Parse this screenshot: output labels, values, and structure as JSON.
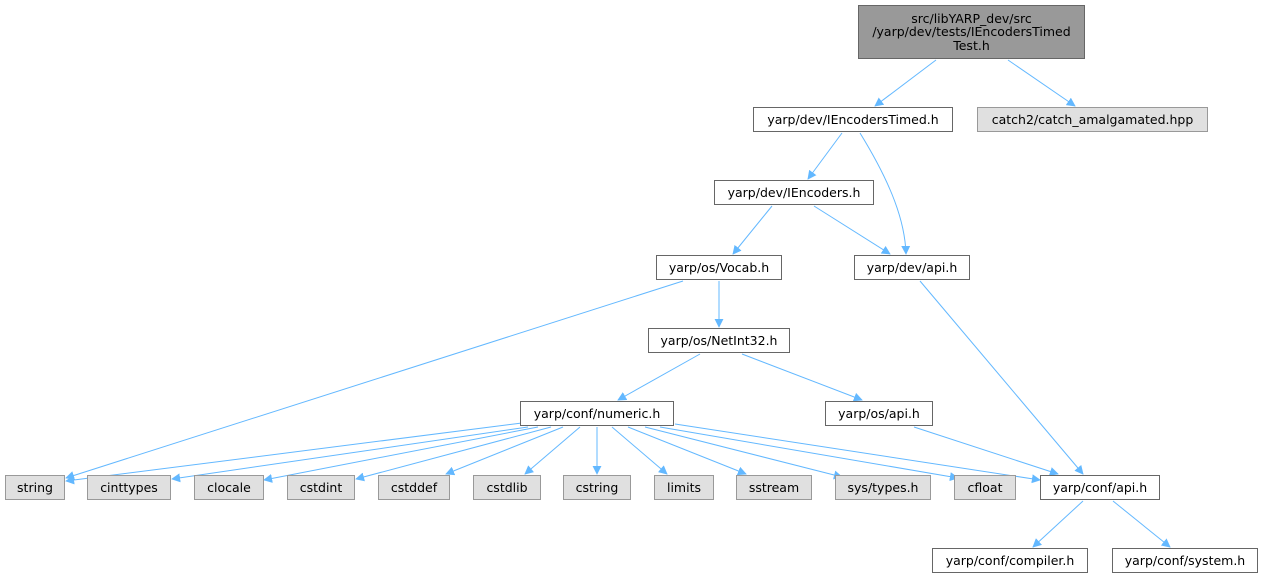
{
  "nodes": {
    "root": "src/libYARP_dev/src\n/yarp/dev/tests/IEncodersTimed\nTest.h",
    "iencoderstimed": "yarp/dev/IEncodersTimed.h",
    "catch2": "catch2/catch_amalgamated.hpp",
    "iencoders": "yarp/dev/IEncoders.h",
    "vocab": "yarp/os/Vocab.h",
    "devapi": "yarp/dev/api.h",
    "netint32": "yarp/os/NetInt32.h",
    "numeric": "yarp/conf/numeric.h",
    "osapi": "yarp/os/api.h",
    "string": "string",
    "cinttypes": "cinttypes",
    "clocale": "clocale",
    "cstdint": "cstdint",
    "cstddef": "cstddef",
    "cstdlib": "cstdlib",
    "cstring": "cstring",
    "limits": "limits",
    "sstream": "sstream",
    "systypes": "sys/types.h",
    "cfloat": "cfloat",
    "confapi": "yarp/conf/api.h",
    "compiler": "yarp/conf/compiler.h",
    "system": "yarp/conf/system.h"
  },
  "colors": {
    "edge": "#63b8ff",
    "root_fill": "#999999",
    "ext_fill": "#e0e0e0"
  }
}
